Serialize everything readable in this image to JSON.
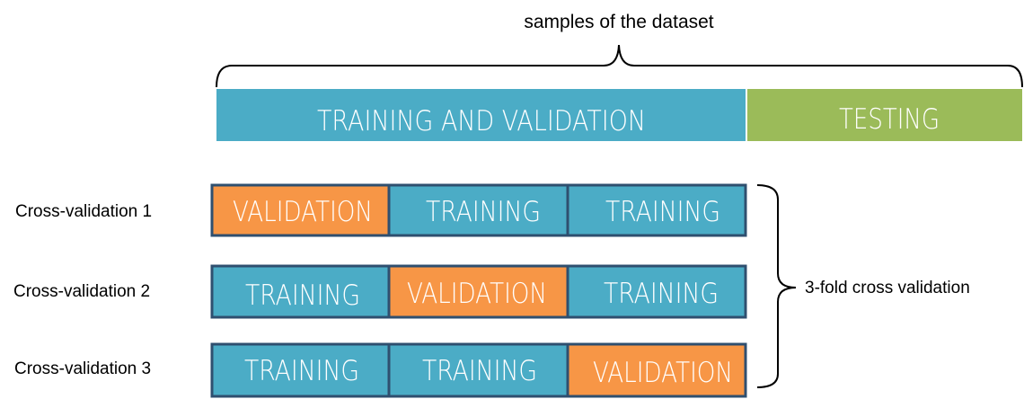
{
  "title": "samples of the dataset",
  "split": {
    "train_validation_label": "TRAINING AND VALIDATION",
    "testing_label": "TESTING"
  },
  "folds": [
    {
      "label": "Cross-validation 1",
      "segments": [
        "VALIDATION",
        "TRAINING",
        "TRAINING"
      ]
    },
    {
      "label": "Cross-validation 2",
      "segments": [
        "TRAINING",
        "VALIDATION",
        "TRAINING"
      ]
    },
    {
      "label": "Cross-validation 3",
      "segments": [
        "TRAINING",
        "TRAINING",
        "VALIDATION"
      ]
    }
  ],
  "folds_brace_label": "3-fold cross validation",
  "colors": {
    "training": "#4bacc6",
    "validation": "#f79646",
    "testing": "#9bbb59",
    "border": "#2f4f6f",
    "brace": "#000000"
  }
}
